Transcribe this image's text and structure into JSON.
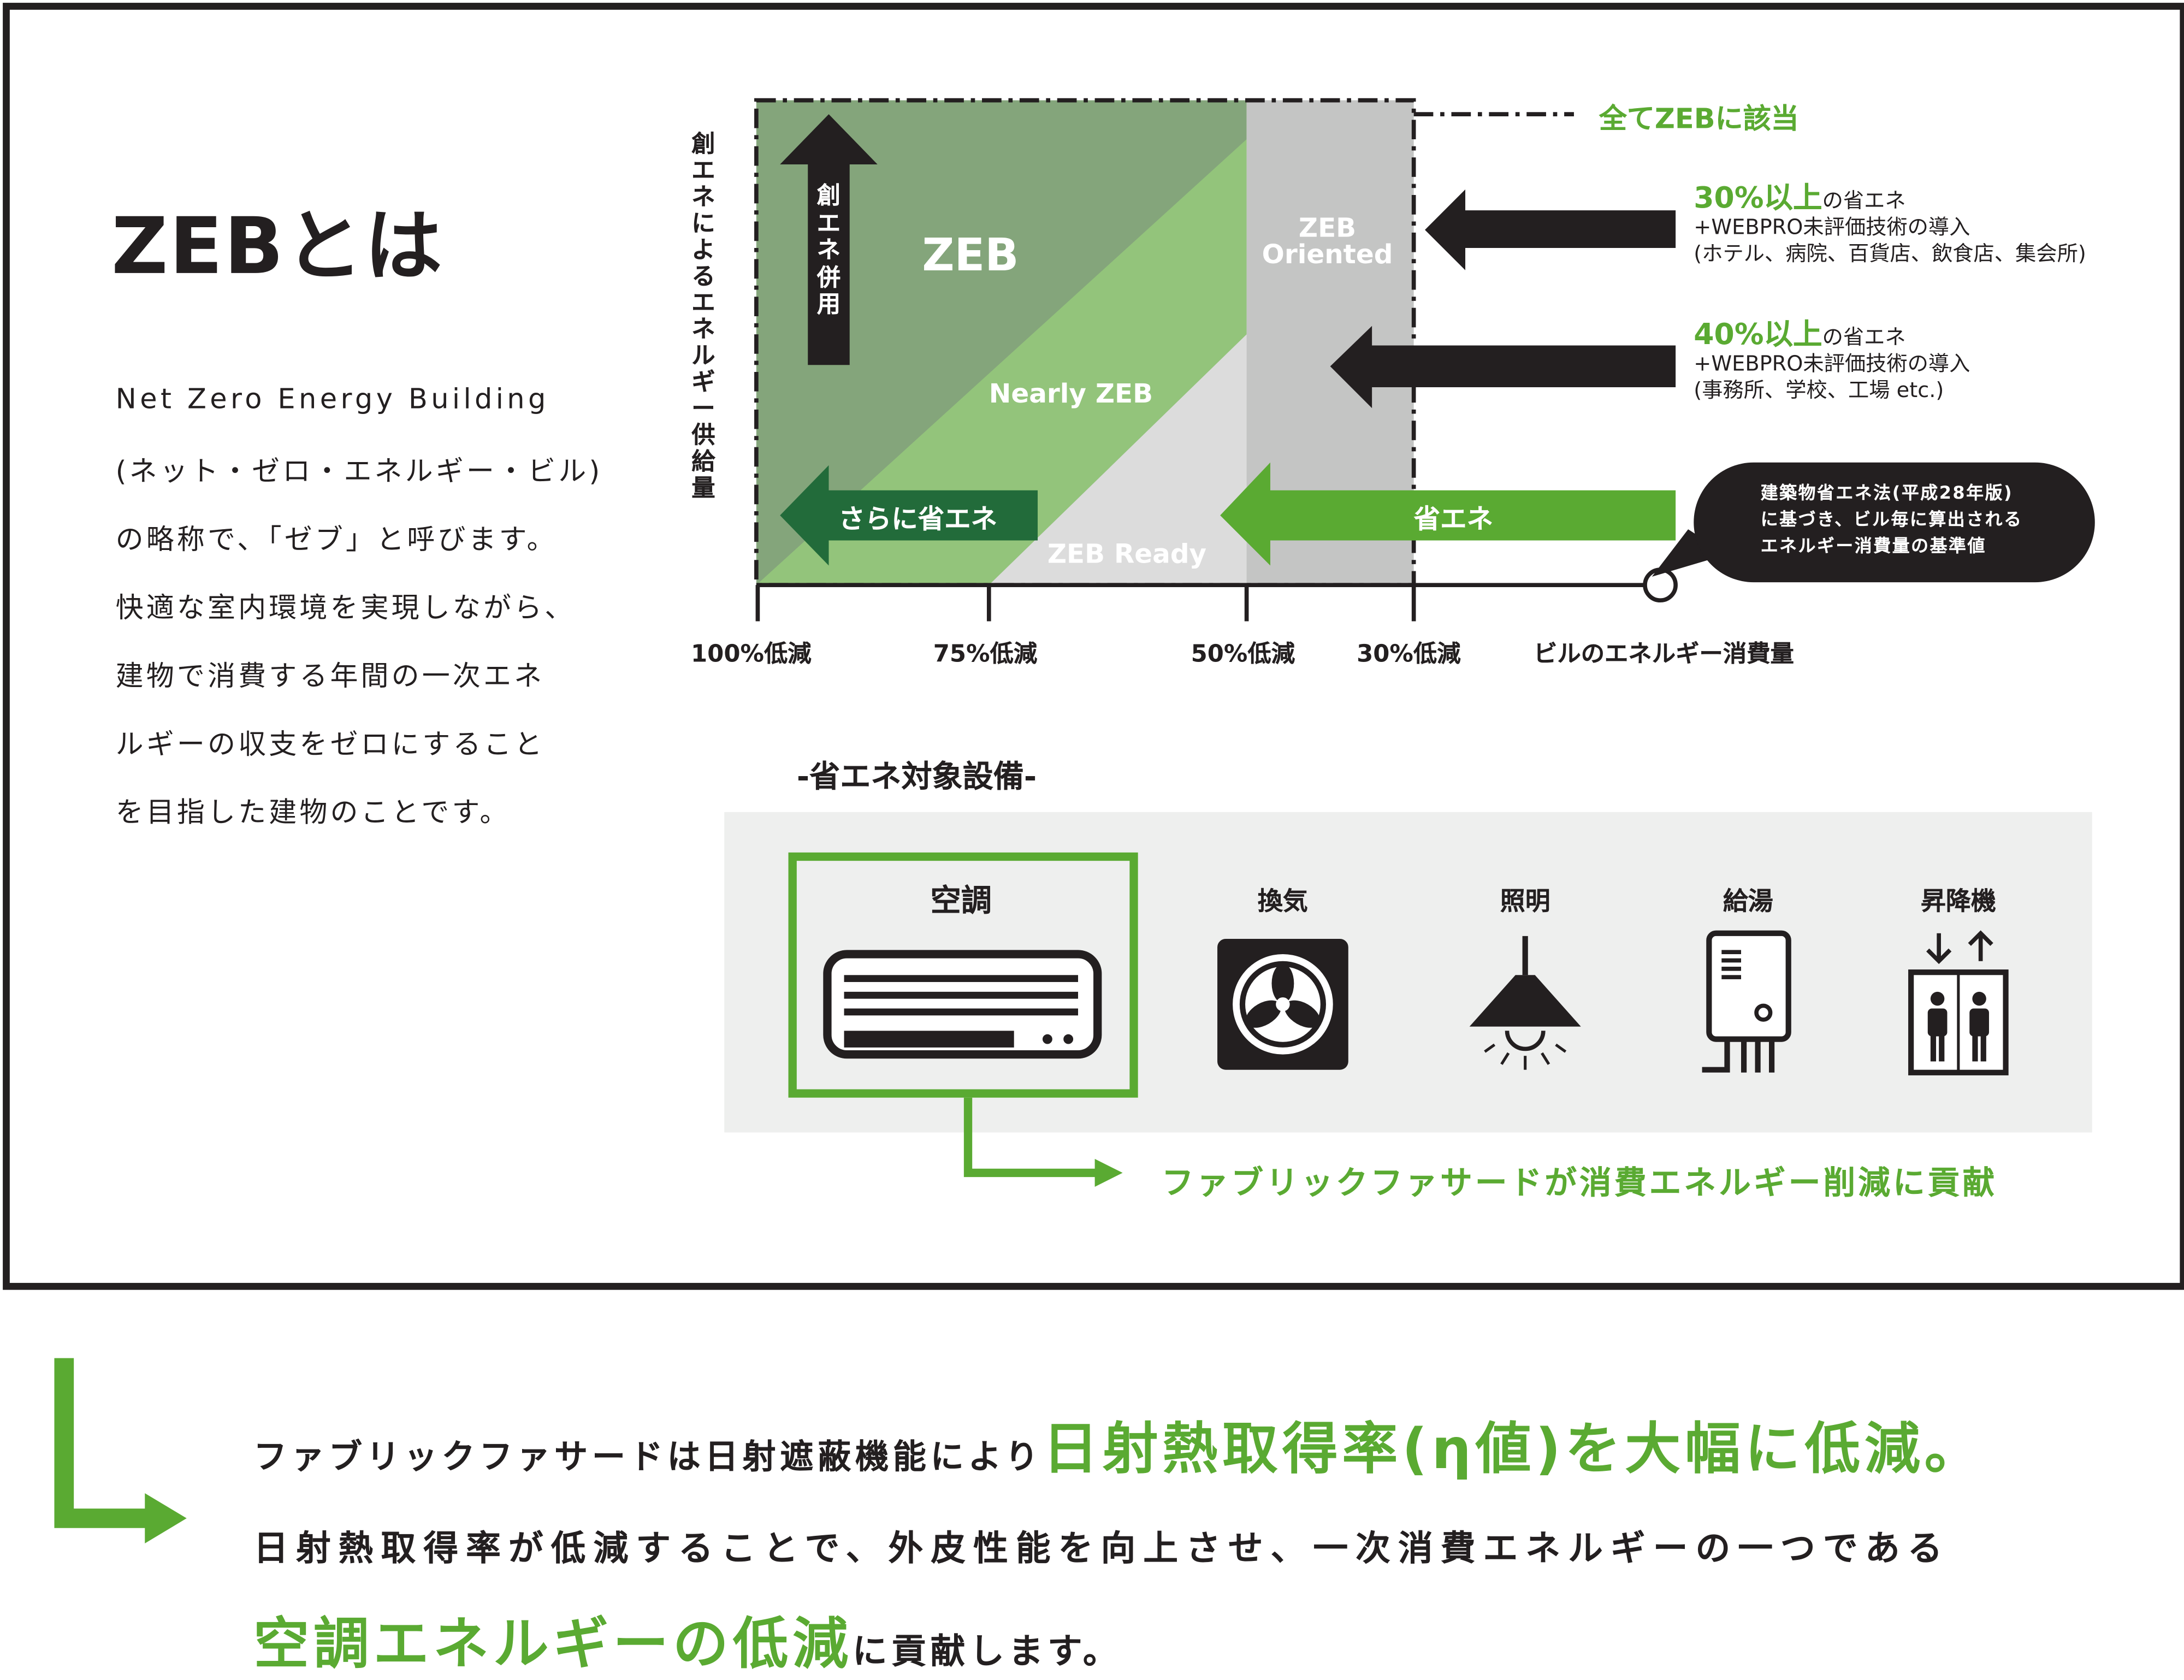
{
  "intro": {
    "title": "ZEBとは",
    "lines": [
      "Net Zero Energy Building",
      "(ネット・ゼロ・エネルギー・ビル)",
      "の略称で、「ゼブ」と呼びます。",
      "快適な室内環境を実現しながら、",
      "建物で消費する年間の一次エネ",
      "ルギーの収支をゼロにすること",
      "を目指した建物のことです。"
    ]
  },
  "diagram": {
    "y_axis_label": "創エネによるエネルギー供給量",
    "up_arrow_label": "創エネ併用",
    "zones": {
      "zeb": "ZEB",
      "nearly": "Nearly ZEB",
      "ready": "ZEB Ready",
      "oriented_1": "ZEB",
      "oriented_2": "Oriented"
    },
    "left_arrow_label": "さらに省エネ",
    "save_arrow_label": "省エネ",
    "x_ticks": [
      "100%低減",
      "75%低減",
      "50%低減",
      "30%低減"
    ],
    "x_axis_label": "ビルのエネルギー消費量",
    "all_zeb": "全てZEBに該当",
    "oriented_30": {
      "big": "30%以上",
      "small": "の省エネ",
      "line2": "+WEBPRO未評価技術の導入",
      "line3": "(ホテル、病院、百貨店、飲食店、集会所)"
    },
    "oriented_40": {
      "big": "40%以上",
      "small": "の省エネ",
      "line2": "+WEBPRO未評価技術の導入",
      "line3": "(事務所、学校、工場 etc.)"
    },
    "bubble": [
      "建築物省エネ法(平成28年版)",
      "に基づき、ビル毎に算出される",
      "エネルギー消費量の基準値"
    ],
    "colors": {
      "dark_green": "#84a57b",
      "light_green": "#93c47b",
      "light_gray": "#dcdcdc",
      "gray": "#c4c5c4",
      "accent": "#5aaa32",
      "deep_green": "#226b3a",
      "black": "#231f20"
    }
  },
  "equipment": {
    "heading": "-省エネ対象設備-",
    "items": [
      "空調",
      "換気",
      "照明",
      "給湯",
      "昇降機"
    ],
    "note": "ファブリックファサードが消費エネルギー削減に貢献"
  },
  "bottom": {
    "line1_a": "ファブリックファサードは日射遮蔽機能により",
    "line1_b": "日射熱取得率(η値)を大幅に低減。",
    "line2": "日射熱取得率が低減することで、外皮性能を向上させ、一次消費エネルギーの一つである",
    "line3_a": "空調エネルギーの低減",
    "line3_b": "に貢献します。"
  }
}
